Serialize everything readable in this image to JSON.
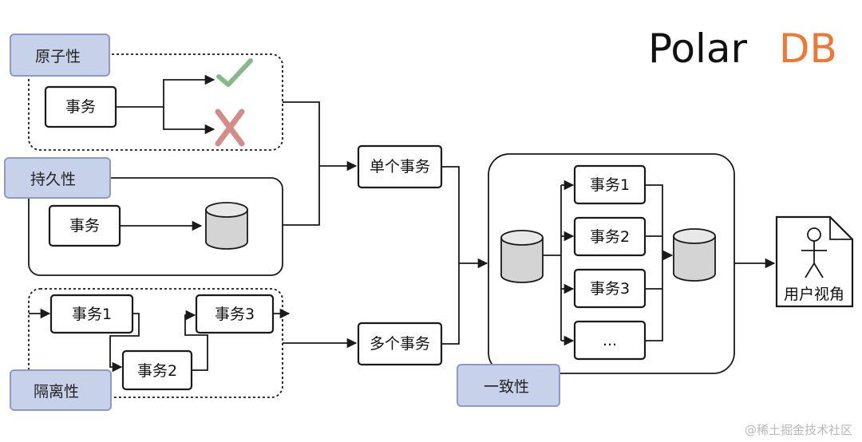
{
  "logo": {
    "text_main": "Polar",
    "text_accent": "DB"
  },
  "groups": {
    "atomicity": {
      "tag": "原子性",
      "txn": "事务"
    },
    "durability": {
      "tag": "持久性",
      "txn": "事务"
    },
    "isolation": {
      "tag": "隔离性",
      "txn1": "事务1",
      "txn2": "事务2",
      "txn3": "事务3"
    },
    "consistency": {
      "tag": "一致性",
      "txn1": "事务1",
      "txn2": "事务2",
      "txn3": "事务3",
      "more": "..."
    }
  },
  "nodes": {
    "single_txn": "单个事务",
    "multi_txn": "多个事务",
    "user_view": "用户视角"
  },
  "icons": {
    "success": "check-icon",
    "failure": "cross-icon",
    "storage": "database-cylinder-icon",
    "user": "user-document-icon"
  },
  "colors": {
    "tag_fill": "#c7d1ea",
    "logo_accent": "#ee7733",
    "check": "#86b88a",
    "cross": "#d68b8b"
  },
  "watermark": "@稀土掘金技术社区"
}
